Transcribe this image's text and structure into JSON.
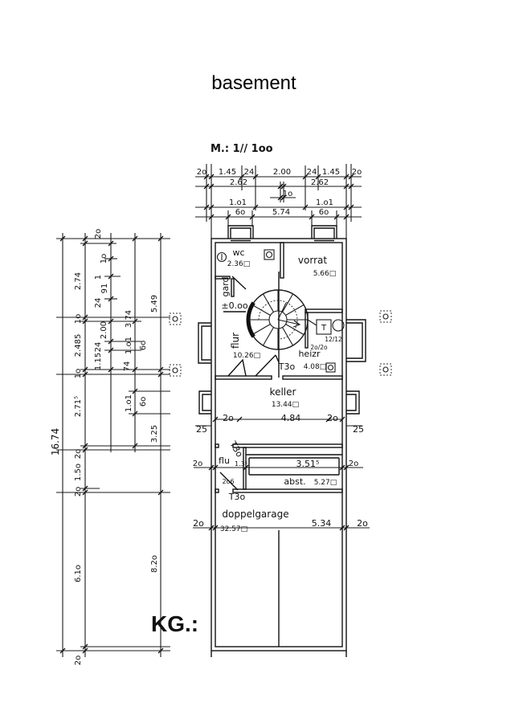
{
  "title": "basement",
  "scale": "M.: 1// 1oo",
  "plan_label": "KG.:",
  "top_dims": {
    "row1": [
      "2o",
      "1.45",
      "24",
      "2.00",
      "24",
      "1.45",
      "2o"
    ],
    "row2": [
      "2.62",
      "2.62"
    ],
    "row3": [
      "1o"
    ],
    "row4": [
      "1.o1",
      "1.o1"
    ],
    "row5": [
      "6o",
      "5.74",
      "6o"
    ]
  },
  "rooms": {
    "wc": {
      "name": "wc",
      "area": "2.36□"
    },
    "vorrat": {
      "name": "vorrat",
      "area": "5.66□"
    },
    "garderobe": {
      "name": "gard"
    },
    "flur": {
      "name": "flur",
      "area": "10.26□"
    },
    "heizr": {
      "name": "heizr",
      "area": "4.08□"
    },
    "keller": {
      "name": "keller",
      "area": "13.44□"
    },
    "flur_lower": {
      "name": "flu"
    },
    "abst": {
      "name": "abst.",
      "area": "5.27□"
    },
    "doppelgarage": {
      "name": "doppelgarage",
      "area": "32.57□"
    }
  },
  "level": "±0.oo",
  "doors": [
    "T3o",
    "T3o",
    "T3o"
  ],
  "tank": {
    "label": "T",
    "size_1": "2o/2o",
    "size_2": "12/12"
  },
  "inner_dims": {
    "keller": [
      "2o",
      "4.84",
      "2o"
    ],
    "light_wells": [
      "25",
      "25"
    ],
    "abst": [
      "2o",
      "3.51⁵",
      "2o"
    ],
    "flur_lower": [
      "1.3⁵",
      "2o6"
    ],
    "garage": [
      "2o",
      "5.34",
      "2o"
    ]
  },
  "left_dims": {
    "total": "16.74",
    "chain_1": [
      "2.74",
      "1o",
      "2.485",
      "1o",
      "2.71⁵",
      "2o",
      "1.5o",
      "2o",
      "6.1o",
      "2o"
    ],
    "chain_2": [
      "2o",
      "1o",
      "1",
      "91",
      "24",
      "2.00",
      "24",
      "1.15"
    ],
    "chain_3": [
      "3.74",
      "1.o1",
      "74",
      "1.o1"
    ],
    "chain_4": [
      "6o",
      "6o"
    ],
    "chain_5": [
      "5.49",
      "3.25",
      "8.2o"
    ]
  }
}
